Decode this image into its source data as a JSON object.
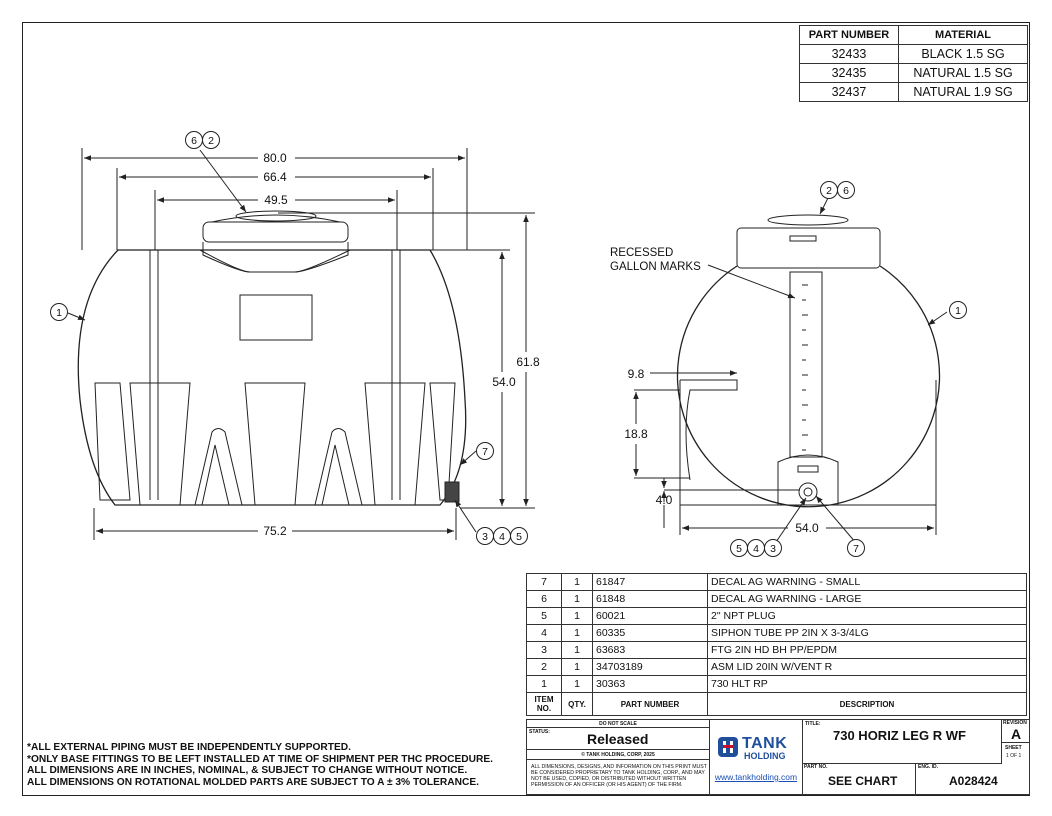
{
  "material_table": {
    "headers": [
      "PART NUMBER",
      "MATERIAL"
    ],
    "rows": [
      [
        "32433",
        "BLACK 1.5 SG"
      ],
      [
        "32435",
        "NATURAL 1.5 SG"
      ],
      [
        "32437",
        "NATURAL 1.9 SG"
      ]
    ]
  },
  "front_view": {
    "dimensions": [
      "80.0",
      "66.4",
      "49.5",
      "61.8",
      "54.0",
      "75.2"
    ],
    "balloons": [
      "6",
      "2",
      "1",
      "7",
      "3",
      "4",
      "5"
    ]
  },
  "side_view": {
    "label_line1": "RECESSED",
    "label_line2": "GALLON MARKS",
    "dimensions": [
      "9.8",
      "18.8",
      "4.0",
      "54.0"
    ],
    "balloons": [
      "2",
      "6",
      "1",
      "5",
      "4",
      "3",
      "7"
    ]
  },
  "bom": {
    "rows": [
      {
        "item": "7",
        "qty": "1",
        "part": "61847",
        "desc": "DECAL AG WARNING - SMALL"
      },
      {
        "item": "6",
        "qty": "1",
        "part": "61848",
        "desc": "DECAL AG WARNING - LARGE"
      },
      {
        "item": "5",
        "qty": "1",
        "part": "60021",
        "desc": "2\" NPT PLUG"
      },
      {
        "item": "4",
        "qty": "1",
        "part": "60335",
        "desc": "SIPHON TUBE PP 2IN X 3-3/4LG"
      },
      {
        "item": "3",
        "qty": "1",
        "part": "63683",
        "desc": "FTG 2IN HD BH PP/EPDM"
      },
      {
        "item": "2",
        "qty": "1",
        "part": "34703189",
        "desc": "ASM LID 20IN W/VENT R"
      },
      {
        "item": "1",
        "qty": "1",
        "part": "30363",
        "desc": "730 HLT RP"
      }
    ],
    "header": {
      "item_line1": "ITEM",
      "item_line2": "NO.",
      "qty": "QTY.",
      "part": "PART NUMBER",
      "desc": "DESCRIPTION"
    }
  },
  "title_block": {
    "do_not_scale": "DO NOT SCALE",
    "status_label": "STATUS:",
    "status": "Released",
    "copyright": "© TANK HOLDING, CORP, 2025",
    "disclaimer": "ALL DIMENSIONS, DESIGNS, AND INFORMATION ON THIS PRINT MUST BE CONSIDERED PROPRIETARY TO TANK HOLDING, CORP., AND MAY NOT BE USED, COPIED, OR DISTRIBUTED WITHOUT WRITTEN PERMISSION OF AN OFFICER (OR HIS AGENT) OF THE FIRM.",
    "logo_line1": "TANK",
    "logo_line2": "HOLDING",
    "website": "www.tankholding.com",
    "title_label": "TITLE:",
    "title": "730 HORIZ LEG R WF",
    "revision_label": "REVISION",
    "revision": "A",
    "sheet_label": "SHEET",
    "sheet": "1 OF 1",
    "part_no_label": "PART NO.",
    "part_no": "SEE CHART",
    "eng_id_label": "ENG. ID.",
    "eng_id": "A028424"
  },
  "notes": [
    "*ALL EXTERNAL PIPING MUST BE INDEPENDENTLY SUPPORTED.",
    "*ONLY BASE FITTINGS TO BE LEFT INSTALLED AT TIME OF SHIPMENT PER THC PROCEDURE.",
    "ALL DIMENSIONS ARE IN INCHES, NOMINAL, & SUBJECT TO CHANGE WITHOUT NOTICE.",
    "ALL DIMENSIONS ON ROTATIONAL MOLDED PARTS ARE SUBJECT TO A ± 3% TOLERANCE."
  ],
  "colors": {
    "line": "#222222",
    "logo_blue": "#1f4e9b",
    "logo_red": "#c8102e",
    "link": "#1a4fb5"
  }
}
